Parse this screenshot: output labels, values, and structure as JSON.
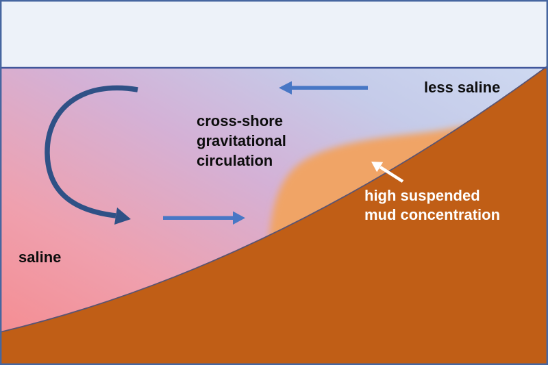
{
  "figure": {
    "labels": {
      "less_saline": "less saline",
      "saline": "saline",
      "circulation_lines": [
        "cross-shore",
        "gravitational",
        "circulation"
      ],
      "mud_lines": [
        "high suspended",
        "mud concentration"
      ]
    },
    "colors": {
      "sky": "#edf2f9",
      "water_stops": [
        "#f6898c",
        "#efa0ae",
        "#d4b1d6",
        "#c5cbe9",
        "#ced9f1"
      ],
      "seabed": "#c05e16",
      "seabed_outline": "#5a5472",
      "mud": "#f0a466",
      "arrow_blue": "#4877c5",
      "arrow_navy": "#2f5186",
      "arrow_white": "#ffffff",
      "surface_line": "#41579b",
      "border": "#4666a0",
      "text_dark": "#0d0d0d",
      "text_light": "#ffffff"
    }
  }
}
